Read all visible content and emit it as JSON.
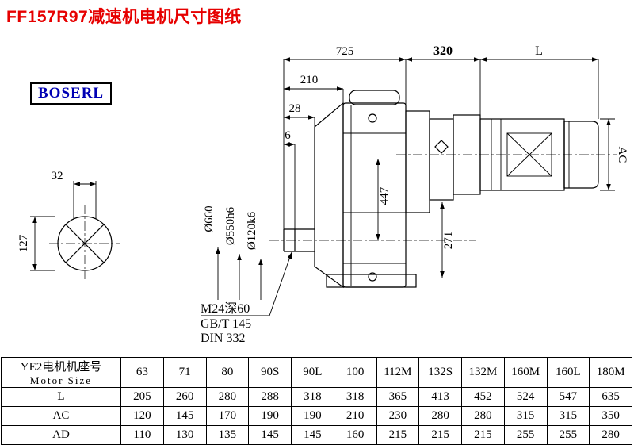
{
  "page": {
    "title": "FF157R97减速机电机尺寸图纸",
    "brand": "BOSERL"
  },
  "drawing": {
    "dims": {
      "top_725": "725",
      "top_320": "320",
      "top_L": "L",
      "left_210": "210",
      "left_28": "28",
      "left_6": "6",
      "right_AC": "AC",
      "shaft_32": "32",
      "shaft_127": "127",
      "flange_od": "Ø660",
      "flange_spigot": "Ø550h6",
      "shaft_dia": "Ø120k6",
      "height_447": "447",
      "height_271": "271"
    },
    "notes": {
      "thread": "M24深60",
      "gb": "GB/T 145",
      "din": "DIN 332"
    }
  },
  "table": {
    "header_cn": "YE2电机机座号",
    "header_en": "Motor Size",
    "columns": [
      "63",
      "71",
      "80",
      "90S",
      "90L",
      "100",
      "112M",
      "132S",
      "132M",
      "160M",
      "160L",
      "180M"
    ],
    "rows": [
      {
        "label": "L",
        "values": [
          "205",
          "260",
          "280",
          "288",
          "318",
          "318",
          "365",
          "413",
          "452",
          "524",
          "547",
          "635"
        ]
      },
      {
        "label": "AC",
        "values": [
          "120",
          "145",
          "170",
          "190",
          "190",
          "210",
          "230",
          "280",
          "280",
          "315",
          "315",
          "350"
        ]
      },
      {
        "label": "AD",
        "values": [
          "110",
          "130",
          "135",
          "145",
          "145",
          "160",
          "215",
          "215",
          "215",
          "255",
          "255",
          "280"
        ]
      }
    ]
  }
}
